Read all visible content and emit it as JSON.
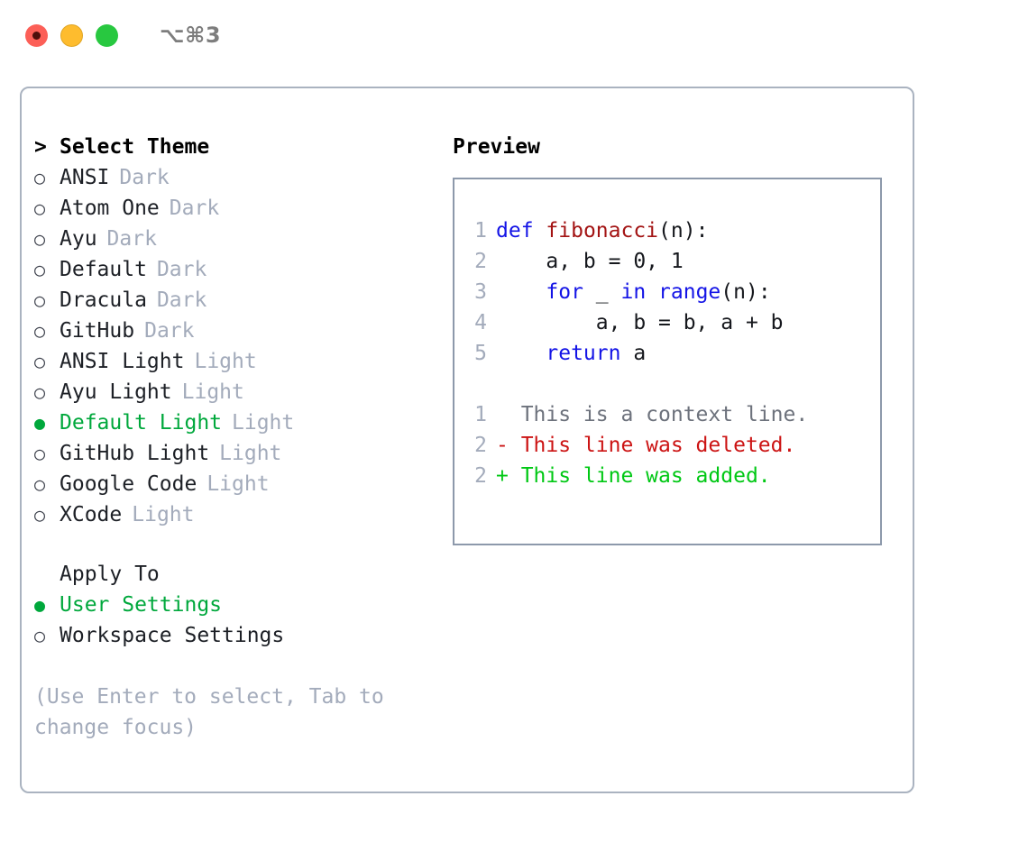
{
  "titlebar": {
    "shortcut": "⌥⌘3",
    "lights": [
      {
        "name": "close-button",
        "color": "#fc5f57"
      },
      {
        "name": "minimize-button",
        "color": "#febc2e"
      },
      {
        "name": "maximize-button",
        "color": "#28c840"
      }
    ]
  },
  "colors": {
    "accent_green": "#00a83c",
    "diff_added": "#00c814",
    "diff_deleted": "#cc1414",
    "keyword_blue": "#1414e6",
    "function_red": "#a31414",
    "muted_gray": "#a3abbb",
    "border": "#aab3c0"
  },
  "theme_list": {
    "header": {
      "marker": ">",
      "label": "Select Theme"
    },
    "items": [
      {
        "marker": "○",
        "label": "ANSI",
        "suffix": "Dark",
        "selected": false
      },
      {
        "marker": "○",
        "label": "Atom One",
        "suffix": "Dark",
        "selected": false
      },
      {
        "marker": "○",
        "label": "Ayu",
        "suffix": "Dark",
        "selected": false
      },
      {
        "marker": "○",
        "label": "Default",
        "suffix": "Dark",
        "selected": false
      },
      {
        "marker": "○",
        "label": "Dracula",
        "suffix": "Dark",
        "selected": false
      },
      {
        "marker": "○",
        "label": "GitHub",
        "suffix": "Dark",
        "selected": false
      },
      {
        "marker": "○",
        "label": "ANSI Light",
        "suffix": "Light",
        "selected": false
      },
      {
        "marker": "○",
        "label": "Ayu Light",
        "suffix": "Light",
        "selected": false
      },
      {
        "marker": "●",
        "label": "Default Light",
        "suffix": "Light",
        "selected": true
      },
      {
        "marker": "○",
        "label": "GitHub Light",
        "suffix": "Light",
        "selected": false
      },
      {
        "marker": "○",
        "label": "Google Code",
        "suffix": "Light",
        "selected": false
      },
      {
        "marker": "○",
        "label": "XCode",
        "suffix": "Light",
        "selected": false
      }
    ]
  },
  "apply_to": {
    "header": "Apply To",
    "items": [
      {
        "marker": "●",
        "label": "User Settings",
        "selected": true
      },
      {
        "marker": "○",
        "label": "Workspace Settings",
        "selected": false
      }
    ]
  },
  "hint": "(Use Enter to select, Tab to change focus)",
  "preview": {
    "title": "Preview",
    "code_lines": [
      {
        "num": "1",
        "tokens": [
          {
            "t": "def",
            "c": "kw"
          },
          {
            "t": " ",
            "c": "plain"
          },
          {
            "t": "fibonacci",
            "c": "fn"
          },
          {
            "t": "(n):",
            "c": "plain"
          }
        ]
      },
      {
        "num": "2",
        "tokens": [
          {
            "t": "    a, b = 0, 1",
            "c": "plain"
          }
        ]
      },
      {
        "num": "3",
        "tokens": [
          {
            "t": "    ",
            "c": "plain"
          },
          {
            "t": "for",
            "c": "kw"
          },
          {
            "t": " _ ",
            "c": "plain"
          },
          {
            "t": "in",
            "c": "kw"
          },
          {
            "t": " ",
            "c": "plain"
          },
          {
            "t": "range",
            "c": "kw"
          },
          {
            "t": "(n):",
            "c": "plain"
          }
        ]
      },
      {
        "num": "4",
        "tokens": [
          {
            "t": "        a, b = b, a + b",
            "c": "plain"
          }
        ]
      },
      {
        "num": "5",
        "tokens": [
          {
            "t": "    ",
            "c": "plain"
          },
          {
            "t": "return",
            "c": "kw"
          },
          {
            "t": " a",
            "c": "plain"
          }
        ]
      }
    ],
    "diff_lines": [
      {
        "num": "1",
        "text": "  This is a context line.",
        "kind": "ctx"
      },
      {
        "num": "2",
        "text": "- This line was deleted.",
        "kind": "del"
      },
      {
        "num": "2",
        "text": "+ This line was added.",
        "kind": "add"
      }
    ]
  }
}
